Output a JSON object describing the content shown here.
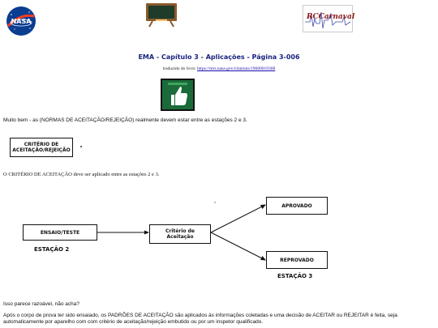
{
  "header": {
    "nasa_logo_text": "NASA",
    "rc_logo_text": "RCCarnaval"
  },
  "title": "EMA - Capítulo 3 - Aplicações - Página 3-006",
  "translated": {
    "prefix": "traduzido do livro:",
    "link": "https://ntrs.nasa.gov/citations/19680019308"
  },
  "icons": {
    "thumbs": "thumbs-up-icon"
  },
  "paragraphs": {
    "p1": "Muito bem - as (NORMAS DE ACEITAÇÃO/REJEIÇÃO) realmente devem estar entre as estações 2 e 3.",
    "p2": "O CRITÉRIO DE ACEITAÇÃO deve ser aplicado entre as estações 2 e 3.",
    "p3": "Isso parece razoável, não acha?",
    "p4": "Após o corpo de prova ter sido ensaiado, os PADRÕES DE ACEITAÇÃO são aplicados às informações coletadas e uma decisão de ACEITAR ou REJEITAR é feita, seja automaticamente por aparelho com com critério de aceitação/rejeição embutido ou por um inspetor qualificado."
  },
  "answer_box": {
    "line1": "CRITÉRIO DE",
    "line2": "ACEITAÇÃO/REJEIÇÃO"
  },
  "flow": {
    "ensaio": "ENSAIO/TESTE",
    "criterio_line1": "Critério de",
    "criterio_line2": "Aceitação",
    "aprovado": "APROVADO",
    "reprovado": "REPROVADO",
    "estacao2": "ESTAÇÃO 2",
    "estacao3": "ESTAÇÃO 3"
  },
  "colors": {
    "title": "#1a237e",
    "thumbs_bg": "#1b6b3a",
    "thumbs_border": "#111111"
  }
}
